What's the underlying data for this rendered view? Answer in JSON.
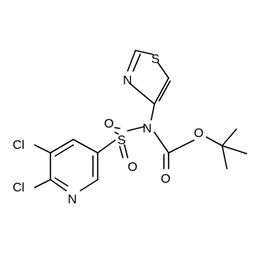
{
  "molecule": {
    "atoms": {
      "s_thiazole": "S",
      "n_thiazole": "N",
      "n_sulfonamide": "N",
      "s_sulfonyl": "S",
      "o_sulfonyl_top": "O",
      "o_sulfonyl_bottom": "O",
      "o_carbonyl": "O",
      "o_ester": "O",
      "cl_top": "Cl",
      "cl_bottom": "Cl",
      "n_pyridine": "N"
    }
  }
}
